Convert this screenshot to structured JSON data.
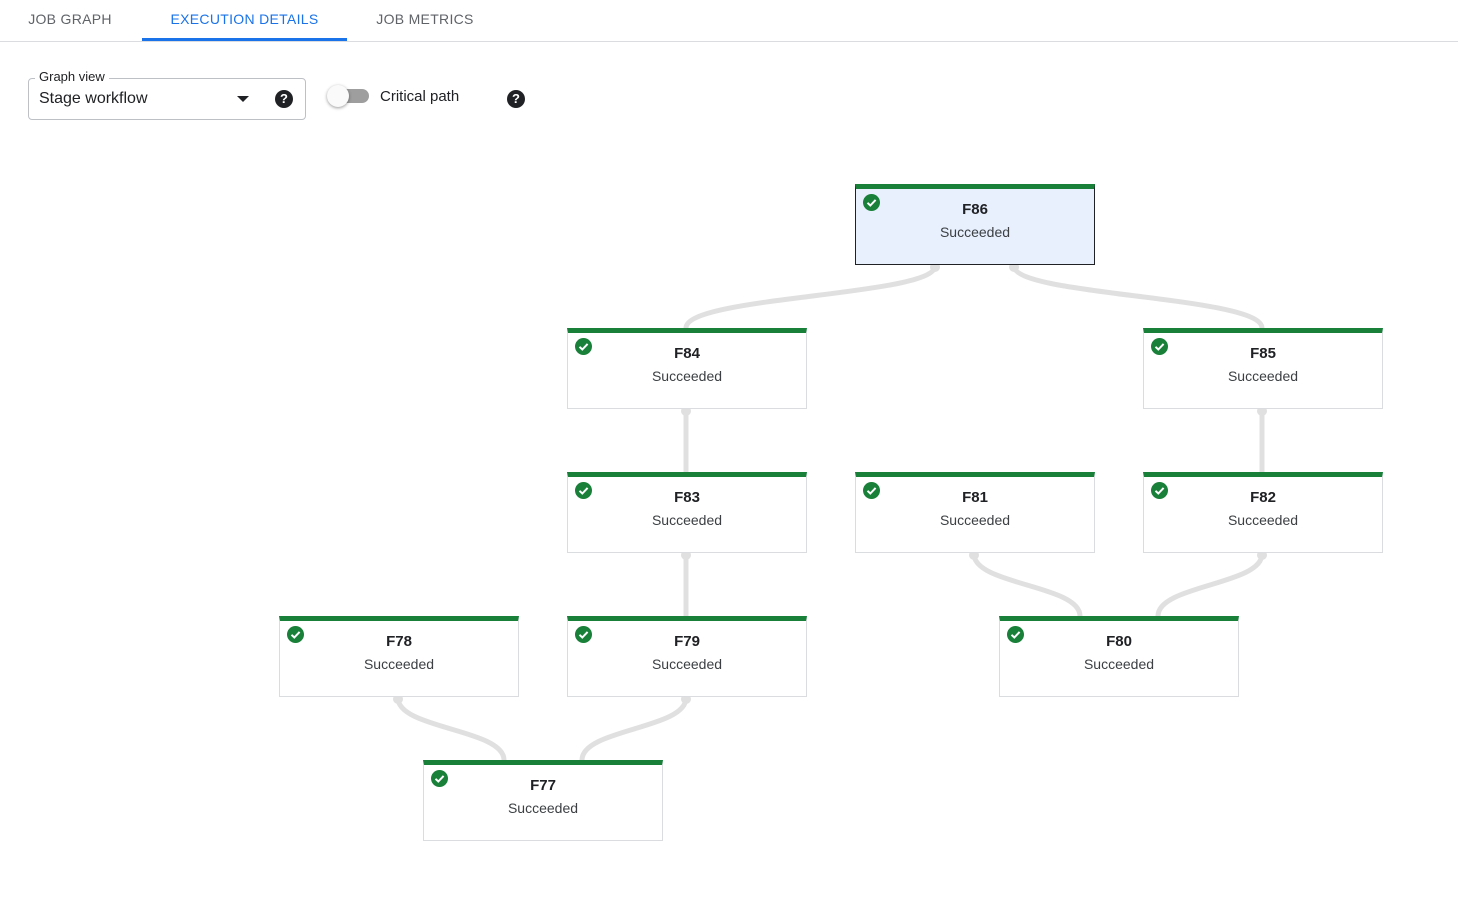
{
  "tabs": [
    {
      "label": "JOB GRAPH",
      "active": false
    },
    {
      "label": "EXECUTION DETAILS",
      "active": true
    },
    {
      "label": "JOB METRICS",
      "active": false
    }
  ],
  "controls": {
    "graph_view_label": "Graph view",
    "graph_view_value": "Stage workflow",
    "critical_path_label": "Critical path",
    "critical_path_on": false
  },
  "colors": {
    "accent": "#1a73e8",
    "success": "#188038",
    "selected_bg": "#e8f0fe",
    "edge": "#e0e0e0"
  },
  "nodes": {
    "F86": {
      "name": "F86",
      "status": "Succeeded",
      "selected": true
    },
    "F84": {
      "name": "F84",
      "status": "Succeeded"
    },
    "F85": {
      "name": "F85",
      "status": "Succeeded"
    },
    "F83": {
      "name": "F83",
      "status": "Succeeded"
    },
    "F81": {
      "name": "F81",
      "status": "Succeeded"
    },
    "F82": {
      "name": "F82",
      "status": "Succeeded"
    },
    "F78": {
      "name": "F78",
      "status": "Succeeded"
    },
    "F79": {
      "name": "F79",
      "status": "Succeeded"
    },
    "F80": {
      "name": "F80",
      "status": "Succeeded"
    },
    "F77": {
      "name": "F77",
      "status": "Succeeded"
    }
  },
  "edges": [
    [
      "F86",
      "F84"
    ],
    [
      "F86",
      "F85"
    ],
    [
      "F84",
      "F83"
    ],
    [
      "F85",
      "F82"
    ],
    [
      "F83",
      "F79"
    ],
    [
      "F81",
      "F80"
    ],
    [
      "F82",
      "F80"
    ],
    [
      "F78",
      "F77"
    ],
    [
      "F79",
      "F77"
    ]
  ]
}
